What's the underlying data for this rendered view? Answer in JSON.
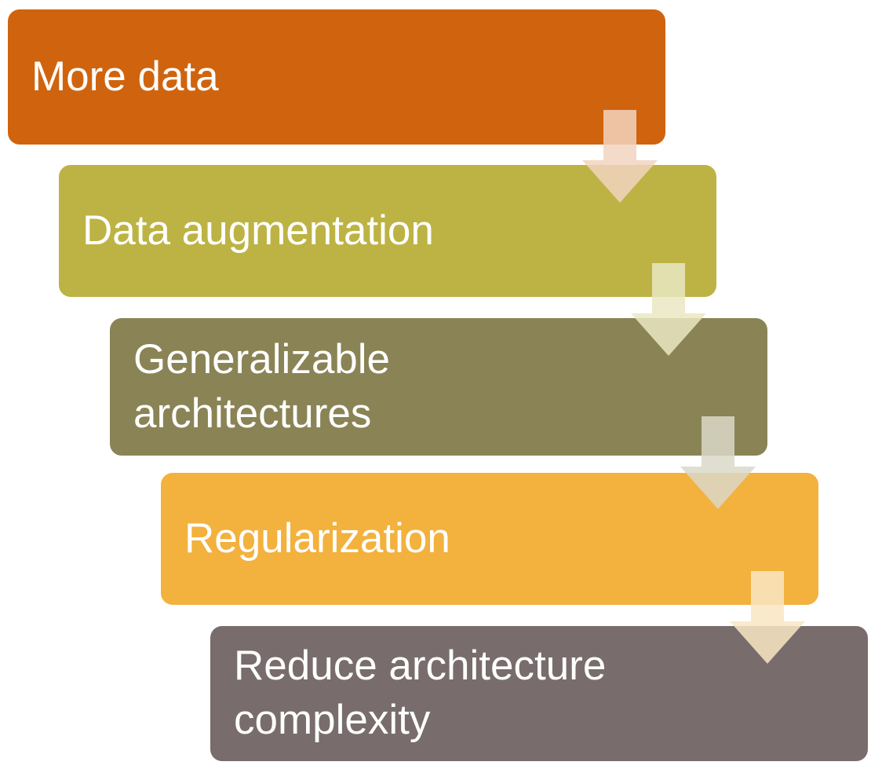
{
  "diagram": {
    "type": "step-down-process",
    "text_color": "#FFFFFF",
    "steps": [
      {
        "label": "More data",
        "color": "#D0640E",
        "arrow_color": "#F2D4BE"
      },
      {
        "label": "Data augmentation",
        "color": "#BDB344",
        "arrow_color": "#EAE7C2"
      },
      {
        "label": "Generalizable architectures",
        "color": "#8A8355",
        "arrow_color": "#D9D8C8"
      },
      {
        "label": "Regularization",
        "color": "#F3B13D",
        "arrow_color": "#F9E6C3"
      },
      {
        "label": "Reduce architecture complexity",
        "color": "#786C6C",
        "arrow_color": null
      }
    ]
  }
}
